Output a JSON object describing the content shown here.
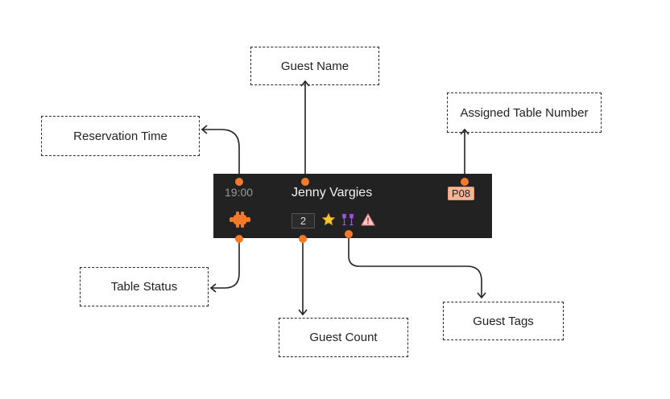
{
  "callouts": {
    "guest_name": "Guest Name",
    "assigned_table_number": "Assigned Table Number",
    "reservation_time": "Reservation Time",
    "table_status": "Table Status",
    "guest_count": "Guest Count",
    "guest_tags": "Guest Tags"
  },
  "reservation": {
    "time": "19:00",
    "guest_name": "Jenny Vargies",
    "table_number": "P08",
    "guest_count": "2",
    "status_icon": "table-status-icon",
    "tags": [
      "star-icon",
      "wine-glasses-icon",
      "warning-icon"
    ]
  },
  "colors": {
    "card_background": "#222222",
    "accent_orange": "#f47a2a",
    "table_badge": "#f1b69a"
  }
}
